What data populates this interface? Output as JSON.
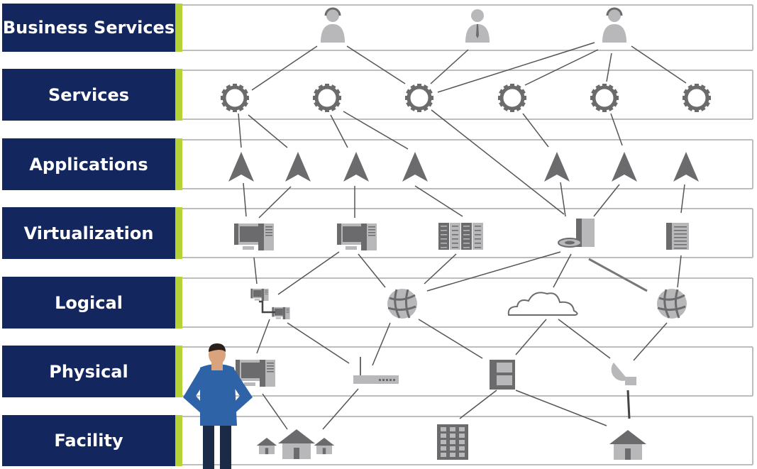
{
  "layers": [
    {
      "label": "Business Services"
    },
    {
      "label": "Services"
    },
    {
      "label": "Applications"
    },
    {
      "label": "Virtualization"
    },
    {
      "label": "Logical"
    },
    {
      "label": "Physical"
    },
    {
      "label": "Facility"
    }
  ],
  "colors": {
    "label_bg": "#13265e",
    "accent": "#b5d334",
    "icon": "#6b6a6d",
    "icon_light": "#b8b7ba",
    "line": "#555555",
    "person_suit": "#2e63a8"
  }
}
